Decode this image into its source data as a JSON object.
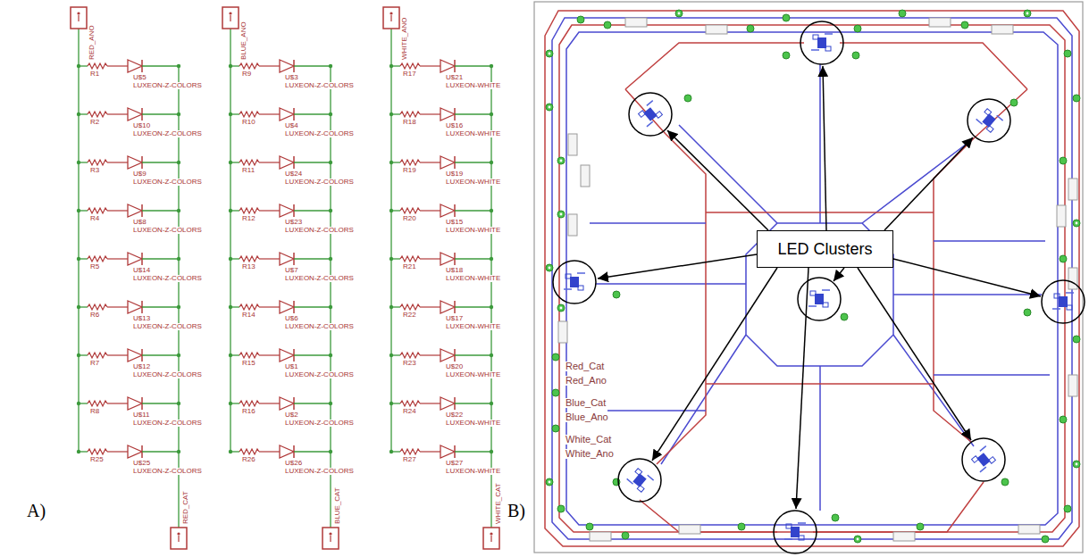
{
  "diagram": {
    "nodes": [
      {
        "text": [
          "LED Clusters"
        ]
      }
    ],
    "labels": [
      "A)",
      "B)",
      "RED_ANO",
      "R1",
      "U$5",
      "LUXEON-Z-COLORS",
      "R2",
      "U$10",
      "LUXEON-Z-COLORS",
      "R3",
      "U$9",
      "LUXEON-Z-COLORS",
      "R4",
      "U$8",
      "LUXEON-Z-COLORS",
      "R5",
      "U$14",
      "LUXEON-Z-COLORS",
      "R6",
      "U$13",
      "LUXEON-Z-COLORS",
      "R7",
      "U$12",
      "LUXEON-Z-COLORS",
      "R8",
      "U$11",
      "LUXEON-Z-COLORS",
      "R25",
      "U$25",
      "LUXEON-Z-COLORS",
      "RED_CAT",
      "BLUE_ANO",
      "R9",
      "U$3",
      "LUXEON-Z-COLORS",
      "R10",
      "U$4",
      "LUXEON-Z-COLORS",
      "R11",
      "U$24",
      "LUXEON-Z-COLORS",
      "R12",
      "U$23",
      "LUXEON-Z-COLORS",
      "R13",
      "U$7",
      "LUXEON-Z-COLORS",
      "R14",
      "U$6",
      "LUXEON-Z-COLORS",
      "R15",
      "U$1",
      "LUXEON-Z-COLORS",
      "R16",
      "U$2",
      "LUXEON-Z-COLORS",
      "R26",
      "U$26",
      "LUXEON-Z-COLORS",
      "BLUE_CAT",
      "WHITE_ANO",
      "R17",
      "U$21",
      "LUXEON-WHITE",
      "R18",
      "U$16",
      "LUXEON-WHITE",
      "R19",
      "U$19",
      "LUXEON-WHITE",
      "R20",
      "U$15",
      "LUXEON-WHITE",
      "R21",
      "U$18",
      "LUXEON-WHITE",
      "R22",
      "U$17",
      "LUXEON-WHITE",
      "R23",
      "U$20",
      "LUXEON-WHITE",
      "R24",
      "U$22",
      "LUXEON-WHITE",
      "R27",
      "U$27",
      "LUXEON-WHITE",
      "WHITE_CAT",
      "Red_Cat",
      "Red_Ano",
      "Blue_Cat",
      "Blue_Ano",
      "White_Cat",
      "White_Ano"
    ]
  }
}
